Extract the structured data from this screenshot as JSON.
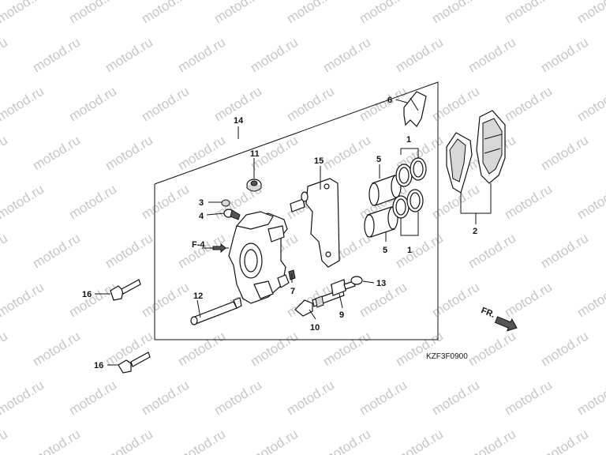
{
  "watermark": {
    "text": "motod.ru"
  },
  "diagram_code": "KZF3F0900",
  "direction_label": "FR.",
  "section_ref": "F-4",
  "callouts": {
    "c1a": "1",
    "c1b": "1",
    "c2": "2",
    "c3": "3",
    "c4": "4",
    "c5a": "5",
    "c5b": "5",
    "c6": "6",
    "c7": "7",
    "c9": "9",
    "c10": "10",
    "c11": "11",
    "c12": "12",
    "c13": "13",
    "c14": "14",
    "c15": "15",
    "c16a": "16",
    "c16b": "16"
  }
}
